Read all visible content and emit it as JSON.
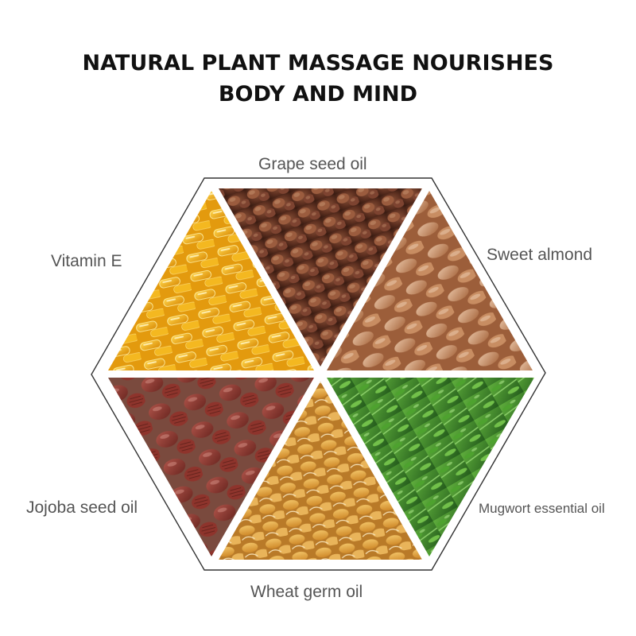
{
  "title": {
    "line1": "NATURAL PLANT MASSAGE NOURISHES",
    "line2": "BODY AND MIND"
  },
  "ingredients": [
    {
      "id": "grape-seed-oil",
      "label": "Grape seed oil",
      "image": "roasted grape seeds",
      "position": "top",
      "color": "#6e3a22"
    },
    {
      "id": "sweet-almond",
      "label": "Sweet almond",
      "image": "raw almonds",
      "position": "upper-right",
      "color": "#c98a5e"
    },
    {
      "id": "mugwort-essential-oil",
      "label": "Mugwort essential oil",
      "image": "fresh mugwort leaves",
      "position": "lower-right",
      "color": "#3f8a2c"
    },
    {
      "id": "wheat-germ-oil",
      "label": "Wheat germ oil",
      "image": "sprouted wheat grains",
      "position": "bottom",
      "color": "#e0a94a"
    },
    {
      "id": "jojoba-seed-oil",
      "label": "Jojoba seed oil",
      "image": "jojoba seeds in wooden bowl",
      "position": "lower-left",
      "color": "#8a3a30"
    },
    {
      "id": "vitamin-e",
      "label": "Vitamin E",
      "image": "vitamin E softgel capsules on wooden spoon",
      "position": "upper-left",
      "color": "#e9a512"
    }
  ],
  "colors": {
    "outline": "#333333",
    "title": "#111111",
    "label": "#555555",
    "background": "#ffffff"
  }
}
